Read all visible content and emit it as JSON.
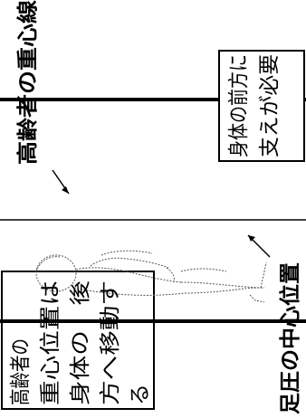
{
  "labels": {
    "elderly_cog_line": "高齢者の重心線",
    "front_support": {
      "line1": "身体の前方に",
      "line2": "支えが必要"
    },
    "foot_pressure_center": "足圧の中心位置",
    "cog_shift": {
      "line1": "高齢者の",
      "line2": "重心位置は",
      "line3": "身体の　後",
      "line4": "方へ移動す",
      "line5": "る"
    }
  }
}
